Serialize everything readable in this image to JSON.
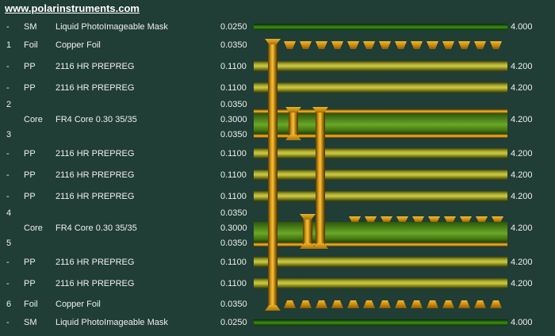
{
  "header": {
    "title": "www.polarinstruments.com"
  },
  "stackup": {
    "rows": [
      {
        "kind": "sm",
        "num": "-",
        "type": "SM",
        "desc": "Liquid PhotoImageable Mask",
        "thickness": "0.0250",
        "right": "4.000"
      },
      {
        "kind": "foil",
        "pads": "top",
        "num": "1",
        "type": "Foil",
        "desc": "Copper Foil",
        "thickness": "0.0350",
        "right": ""
      },
      {
        "kind": "pp",
        "num": "-",
        "type": "PP",
        "desc": "2116 HR PREPREG",
        "thickness": "0.1100",
        "right": "4.200"
      },
      {
        "kind": "pp",
        "num": "-",
        "type": "PP",
        "desc": "2116 HR PREPREG",
        "thickness": "0.1100",
        "right": "4.200"
      },
      {
        "kind": "core",
        "copper_style": "strip",
        "num_top": "2",
        "num_bottom": "3",
        "type": "Core",
        "desc": "FR4 Core 0.30 35/35",
        "thickness_top": "0.0350",
        "thickness_core": "0.3000",
        "thickness_bottom": "0.0350",
        "right": "4.200"
      },
      {
        "kind": "pp",
        "num": "-",
        "type": "PP",
        "desc": "2116 HR PREPREG",
        "thickness": "0.1100",
        "right": "4.200"
      },
      {
        "kind": "pp",
        "num": "-",
        "type": "PP",
        "desc": "2116 HR PREPREG",
        "thickness": "0.1100",
        "right": "4.200"
      },
      {
        "kind": "pp",
        "num": "-",
        "type": "PP",
        "desc": "2116 HR PREPREG",
        "thickness": "0.1100",
        "right": "4.200"
      },
      {
        "kind": "core",
        "copper_style": "pads",
        "num_top": "4",
        "num_bottom": "5",
        "type": "Core",
        "desc": "FR4 Core 0.30 35/35",
        "thickness_top": "0.0350",
        "thickness_core": "0.3000",
        "thickness_bottom": "0.0350",
        "right": "4.200"
      },
      {
        "kind": "pp",
        "num": "-",
        "type": "PP",
        "desc": "2116 HR PREPREG",
        "thickness": "0.1100",
        "right": "4.200"
      },
      {
        "kind": "pp",
        "num": "-",
        "type": "PP",
        "desc": "2116 HR PREPREG",
        "thickness": "0.1100",
        "right": "4.200"
      },
      {
        "kind": "foil",
        "pads": "bottom",
        "num": "6",
        "type": "Foil",
        "desc": "Copper Foil",
        "thickness": "0.0350",
        "right": ""
      },
      {
        "kind": "sm",
        "num": "-",
        "type": "SM",
        "desc": "Liquid PhotoImageable Mask",
        "thickness": "0.0250",
        "right": "4.000"
      }
    ],
    "vias": [
      {
        "id": "through-via",
        "spans": "layer 1 to layer 6"
      },
      {
        "id": "buried-via-2-3",
        "spans": "layer 2 to layer 3"
      },
      {
        "id": "buried-via-2-5",
        "spans": "layer 2 to layer 5"
      },
      {
        "id": "buried-via-4-5",
        "spans": "layer 4 to layer 5"
      }
    ]
  },
  "colors": {
    "background": "#203d36",
    "copper": "#e0a01a",
    "prepreg": "#b9b932",
    "core": "#5c9422",
    "soldermask": "#2e7a0f",
    "text": "#f0f0ee"
  }
}
